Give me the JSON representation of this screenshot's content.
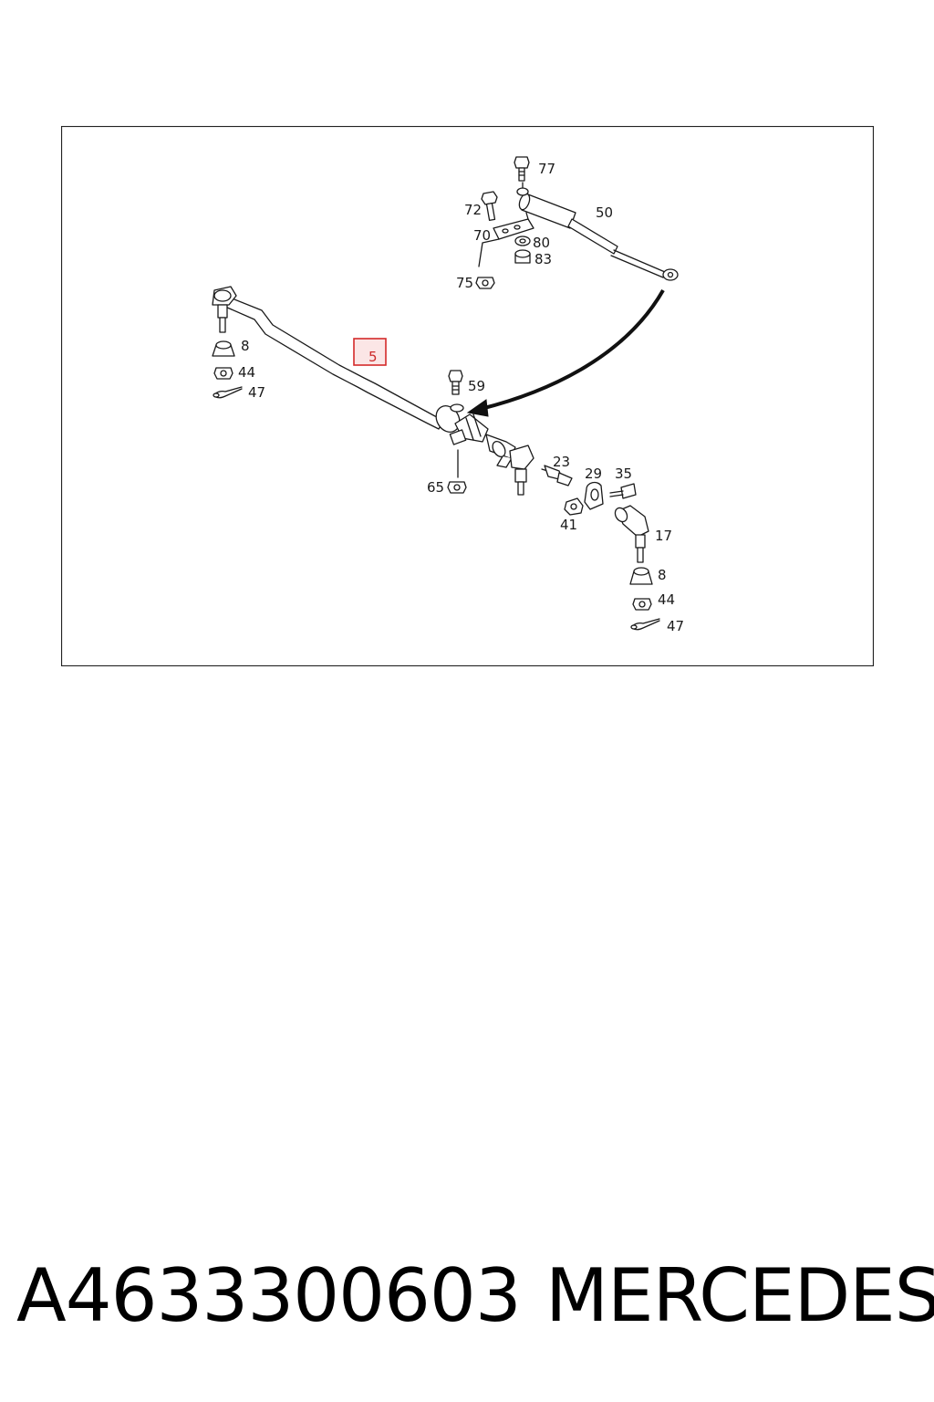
{
  "diagram": {
    "callouts": {
      "c77": "77",
      "c72": "72",
      "c50": "50",
      "c70": "70",
      "c80": "80",
      "c83": "83",
      "c75": "75",
      "c8a": "8",
      "c44a": "44",
      "c47a": "47",
      "c5": "5",
      "c59": "59",
      "c65": "65",
      "c23": "23",
      "c29": "29",
      "c35": "35",
      "c41": "41",
      "c17": "17",
      "c8b": "8",
      "c44b": "44",
      "c47b": "47"
    },
    "highlighted_callout": "5",
    "highlight_color": "#d42a2a",
    "line_color": "#1a1a1a"
  },
  "footer": {
    "part_number": "A4633300603",
    "brand": "MERCEDES"
  }
}
